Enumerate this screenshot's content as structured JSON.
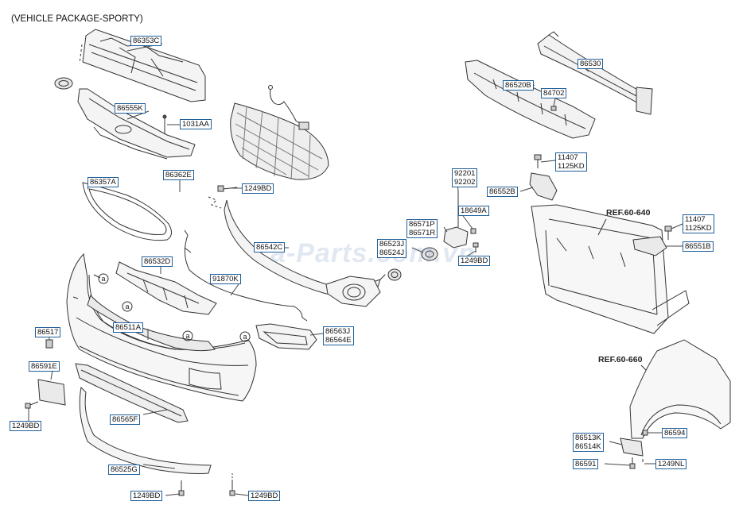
{
  "header": {
    "title": "(VEHICLE PACKAGE-SPORTY)"
  },
  "watermark": "a-Parts.com.vn",
  "refs": {
    "ref1": "REF.60-640",
    "ref2": "REF.60-660"
  },
  "callout_symbol": "a",
  "labels": {
    "p86353C": "86353C",
    "p86555K": "86555K",
    "p1031AA": "1031AA",
    "p86362E": "86362E",
    "p86357A": "86357A",
    "p1249BD_a": "1249BD",
    "p86532D": "86532D",
    "p86542C": "86542C",
    "p91870K": "91870K",
    "p86511A": "86511A",
    "p86517": "86517",
    "p86591E": "86591E",
    "p1249BD_b": "1249BD",
    "p86563J": "86563J",
    "p86564E": "86564E",
    "p86565F": "86565F",
    "p86525G": "86525G",
    "p1249BD_c": "1249BD",
    "p1249BD_d": "1249BD",
    "p86530": "86530",
    "p86520B": "86520B",
    "p84702": "84702",
    "p11407_a": "11407",
    "p1125KD_a": "1125KD",
    "p92201": "92201",
    "p92202": "92202",
    "p86552B": "86552B",
    "p18649A": "18649A",
    "p86571P": "86571P",
    "p86571R": "86571R",
    "p86523J": "86523J",
    "p86524J": "86524J",
    "p1249BD_e": "1249BD",
    "p11407_b": "11407",
    "p1125KD_b": "1125KD",
    "p86551B": "86551B",
    "p86513K": "86513K",
    "p86514K": "86514K",
    "p86594": "86594",
    "p86591": "86591",
    "p1249NL": "1249NL"
  },
  "colors": {
    "tag_border": "#1f5f9a",
    "line": "#333333",
    "part_fill": "#f4f4f4"
  }
}
